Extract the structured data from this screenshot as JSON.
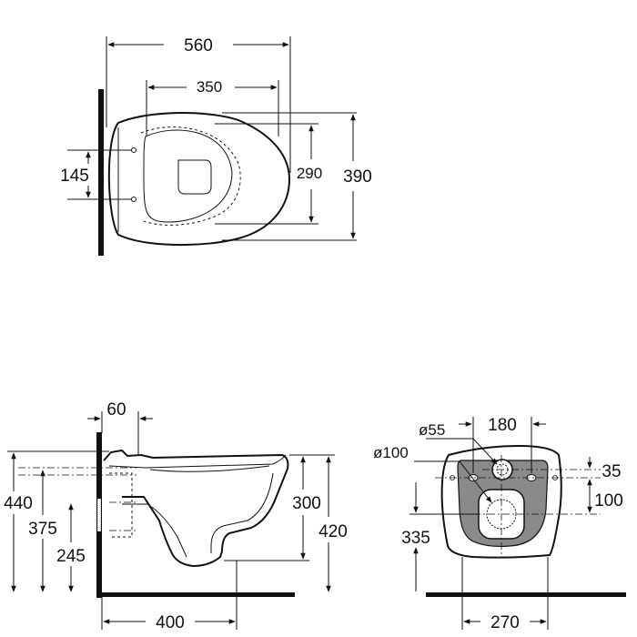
{
  "top_view": {
    "width_overall": "560",
    "width_inner": "350",
    "fixing_spacing": "145",
    "seat_width": "290",
    "depth_overall": "390"
  },
  "side_view": {
    "wall_offset": "60",
    "height_overall": "440",
    "height_fixing_upper": "375",
    "height_fixing_lower": "245",
    "bowl_depth": "300",
    "height_rim": "420",
    "projection": "400"
  },
  "rear_view": {
    "inlet_diameter": "ø55",
    "outlet_diameter": "ø100",
    "fixing_spacing": "180",
    "inlet_offset": "35",
    "outlet_offset": "100",
    "outlet_height": "335",
    "width_overall": "270"
  }
}
